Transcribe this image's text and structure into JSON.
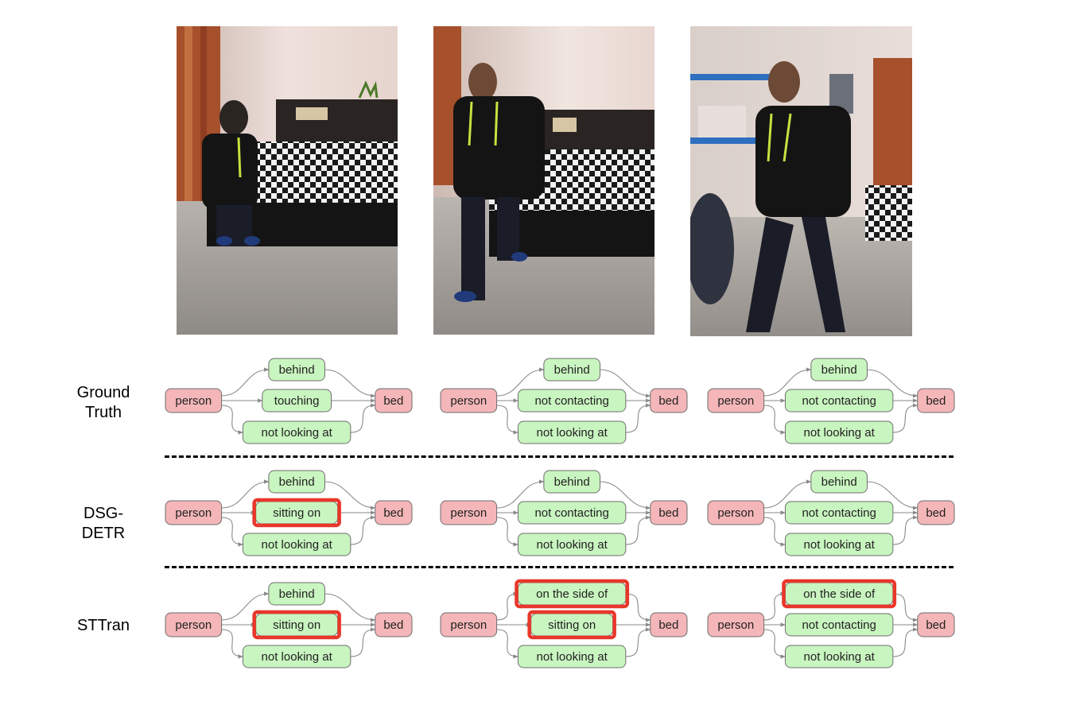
{
  "rows": [
    {
      "label": "Ground\nTruth",
      "graphs": [
        {
          "subject": "person",
          "object": "bed",
          "relations": [
            {
              "text": "behind",
              "error": false
            },
            {
              "text": "touching",
              "error": false
            },
            {
              "text": "not looking at",
              "error": false
            }
          ]
        },
        {
          "subject": "person",
          "object": "bed",
          "relations": [
            {
              "text": "behind",
              "error": false
            },
            {
              "text": "not contacting",
              "error": false
            },
            {
              "text": "not looking at",
              "error": false
            }
          ]
        },
        {
          "subject": "person",
          "object": "bed",
          "relations": [
            {
              "text": "behind",
              "error": false
            },
            {
              "text": "not contacting",
              "error": false
            },
            {
              "text": "not looking at",
              "error": false
            }
          ]
        }
      ]
    },
    {
      "label": "DSG-\nDETR",
      "graphs": [
        {
          "subject": "person",
          "object": "bed",
          "relations": [
            {
              "text": "behind",
              "error": false
            },
            {
              "text": "sitting on",
              "error": true
            },
            {
              "text": "not looking at",
              "error": false
            }
          ]
        },
        {
          "subject": "person",
          "object": "bed",
          "relations": [
            {
              "text": "behind",
              "error": false
            },
            {
              "text": "not contacting",
              "error": false
            },
            {
              "text": "not looking at",
              "error": false
            }
          ]
        },
        {
          "subject": "person",
          "object": "bed",
          "relations": [
            {
              "text": "behind",
              "error": false
            },
            {
              "text": "not contacting",
              "error": false
            },
            {
              "text": "not looking at",
              "error": false
            }
          ]
        }
      ]
    },
    {
      "label": "STTran",
      "graphs": [
        {
          "subject": "person",
          "object": "bed",
          "relations": [
            {
              "text": "behind",
              "error": false
            },
            {
              "text": "sitting on",
              "error": true
            },
            {
              "text": "not looking at",
              "error": false
            }
          ]
        },
        {
          "subject": "person",
          "object": "bed",
          "relations": [
            {
              "text": "on the side of",
              "error": true
            },
            {
              "text": "sitting on",
              "error": true
            },
            {
              "text": "not looking at",
              "error": false
            }
          ]
        },
        {
          "subject": "person",
          "object": "bed",
          "relations": [
            {
              "text": "on the side of",
              "error": true
            },
            {
              "text": "not contacting",
              "error": false
            },
            {
              "text": "not looking at",
              "error": false
            }
          ]
        }
      ]
    }
  ],
  "colors": {
    "entity_fill": "#f4b6b8",
    "relation_fill": "#c9f5c0",
    "node_stroke": "#6e6e6e",
    "edge": "#8a8a8a",
    "error_highlight": "#e8372a"
  }
}
